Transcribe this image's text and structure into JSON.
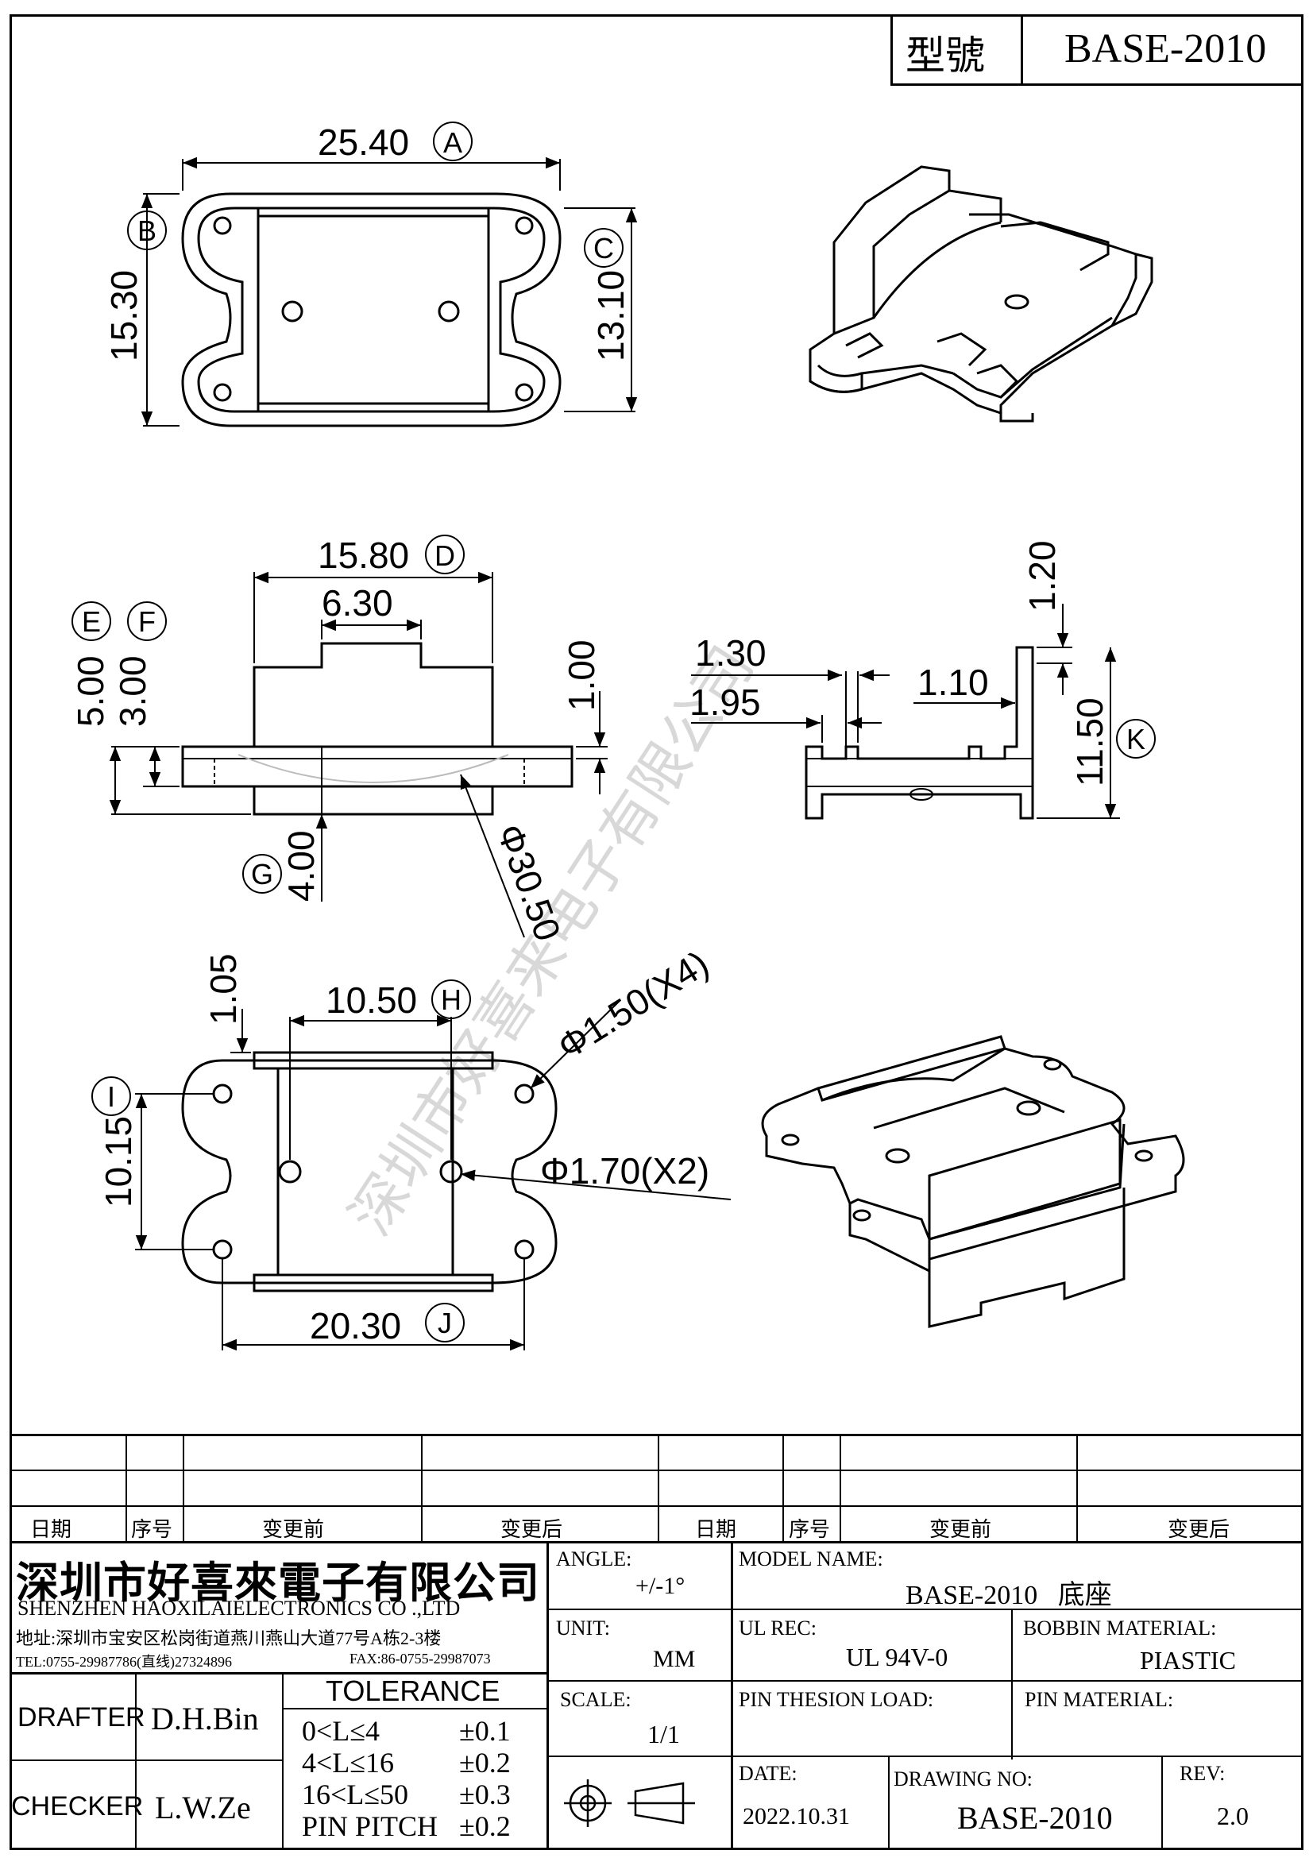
{
  "header": {
    "model_label": "型號",
    "model_value": "BASE-2010"
  },
  "dims": {
    "A": {
      "value": "25.40",
      "tag": "A"
    },
    "B": {
      "value": "15.30",
      "tag": "B"
    },
    "C": {
      "value": "13.10",
      "tag": "C"
    },
    "D": {
      "value": "15.80",
      "tag": "D"
    },
    "d630": "6.30",
    "E": {
      "value": "5.00",
      "tag": "E"
    },
    "F": {
      "value": "3.00",
      "tag": "F"
    },
    "d100": "1.00",
    "G": {
      "value": "4.00",
      "tag": "G"
    },
    "phi3050": "Φ30.50",
    "d130": "1.30",
    "d195": "1.95",
    "d110": "1.10",
    "d120": "1.20",
    "K": {
      "value": "11.50",
      "tag": "K"
    },
    "d105": "1.05",
    "H": {
      "value": "10.50",
      "tag": "H"
    },
    "I": {
      "value": "10.15",
      "tag": "I"
    },
    "J": {
      "value": "20.30",
      "tag": "J"
    },
    "phi150": "Φ1.50(X4)",
    "phi170": "Φ1.70(X2)"
  },
  "watermark": "深圳市好喜来电子有限公司",
  "revision_table": {
    "headers": [
      "日期",
      "序号",
      "变更前",
      "变更后",
      "日期",
      "序号",
      "变更前",
      "变更后"
    ]
  },
  "company": {
    "name_cn": "深圳市好喜來電子有限公司",
    "name_en": "SHENZHEN HAOXILAIELECTRONICS CO .,LTD",
    "address": "地址:深圳市宝安区松岗街道燕川燕山大道77号A栋2-3楼",
    "tel": "TEL:0755-29987786(直线)27324896",
    "fax": "FAX:86-0755-29987073"
  },
  "people": {
    "drafter_label": "DRAFTER",
    "drafter": "D.H.Bin",
    "checker_label": "CHECKER",
    "checker": "L.W.Ze"
  },
  "tolerance": {
    "title": "TOLERANCE",
    "rows": [
      {
        "range": "0<L≤4",
        "tol": "±0.1"
      },
      {
        "range": "4<L≤16",
        "tol": "±0.2"
      },
      {
        "range": "16<L≤50",
        "tol": "±0.3"
      },
      {
        "range": "PIN PITCH",
        "tol": "±0.2"
      }
    ]
  },
  "fields": {
    "angle_label": "ANGLE:",
    "angle_value": "+/-1°",
    "unit_label": "UNIT:",
    "unit_value": "MM",
    "scale_label": "SCALE:",
    "scale_value": "1/1",
    "model_name_label": "MODEL NAME:",
    "model_name_value": "BASE-2010   底座",
    "ul_rec_label": "UL REC:",
    "ul_rec_value": "UL 94V-0",
    "bobbin_label": "BOBBIN MATERIAL:",
    "bobbin_value": "PIASTIC",
    "pin_thesion_label": "PIN THESION LOAD:",
    "pin_material_label": "PIN MATERIAL:",
    "date_label": "DATE:",
    "date_value": "2022.10.31",
    "drawing_no_label": "DRAWING NO:",
    "drawing_no_value": "BASE-2010",
    "rev_label": "REV:",
    "rev_value": "2.0"
  }
}
